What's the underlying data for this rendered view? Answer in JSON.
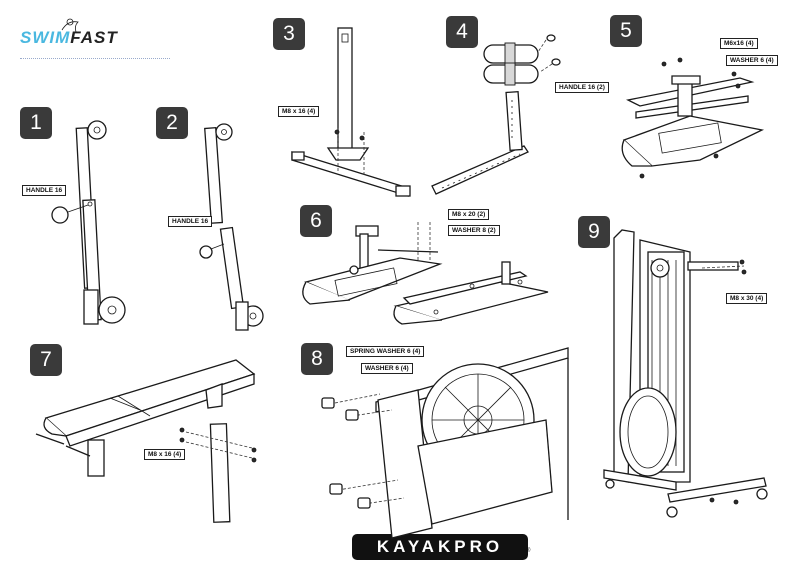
{
  "brand": {
    "top_logo_part1": "SWIM",
    "top_logo_part2": "FAST",
    "bottom_logo": "KAYAKPRO",
    "bottom_logo_mark": "®"
  },
  "steps": [
    {
      "number": "1",
      "callouts": [
        "HANDLE 16"
      ]
    },
    {
      "number": "2",
      "callouts": [
        "HANDLE 16"
      ]
    },
    {
      "number": "3",
      "callouts": [
        "M8 x 16 (4)"
      ]
    },
    {
      "number": "4",
      "callouts": [
        "HANDLE 16 (2)"
      ]
    },
    {
      "number": "5",
      "callouts": [
        "M6x16 (4)",
        "WASHER 6 (4)"
      ]
    },
    {
      "number": "6",
      "callouts": [
        "M8 x 20 (2)",
        "WASHER 8  (2)"
      ]
    },
    {
      "number": "7",
      "callouts": [
        "M8 x 16 (4)"
      ]
    },
    {
      "number": "8",
      "callouts": [
        "SPRING WASHER 6 (4)",
        "WASHER 6 (4)"
      ]
    },
    {
      "number": "9",
      "callouts": [
        "M8 x 30 (4)"
      ]
    }
  ]
}
